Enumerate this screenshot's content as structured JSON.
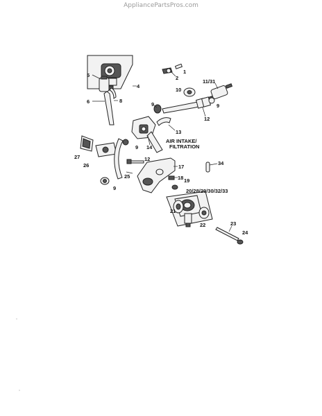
{
  "watermark": "AppliancePartsPros.com",
  "callouts": {
    "c1": "1",
    "c2": "2",
    "c4": "4",
    "c5": "5",
    "c6": "6",
    "c8": "8",
    "c9a": "9",
    "c9b": "9",
    "c9c": "9",
    "c9d": "9",
    "c10": "10",
    "c11_31": "11/31",
    "c12a": "12",
    "c12b": "12",
    "c13": "13",
    "c14": "14",
    "c17": "17",
    "c18": "18",
    "c19": "19",
    "c20": "20/28/29/30/32/33",
    "c21": "21",
    "c22": "22",
    "c23": "23",
    "c24": "24",
    "c25": "25",
    "c26": "26",
    "c27": "27",
    "c34": "34"
  },
  "air_intake_line1": "AIR INTAKE/",
  "air_intake_line2": "FILTRATION"
}
